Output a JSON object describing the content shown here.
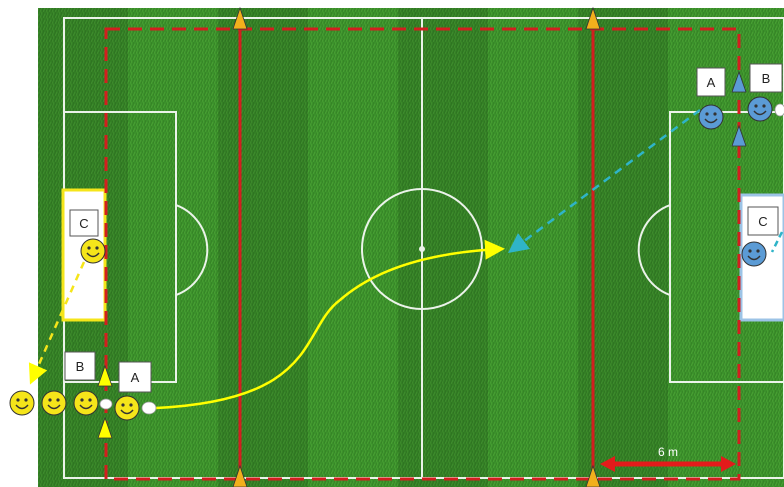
{
  "labels": {
    "yellow_goal_player": "C",
    "yellow_queue": "B",
    "yellow_ball_player": "A",
    "blue_top_left": "A",
    "blue_top_right": "B",
    "blue_goal_player": "C"
  },
  "distance_label": "6 m",
  "colors": {
    "grass_dark": "#2f7f24",
    "grass_light": "#4aa634",
    "field_line": "#ffffff",
    "zone_line": "#d21f1f",
    "cone": "#f2b01c",
    "yellow_team": "#f5e51a",
    "blue_team": "#5b9bd5",
    "yellow_path": "#ffff00",
    "blue_path": "#2fb4c8"
  }
}
